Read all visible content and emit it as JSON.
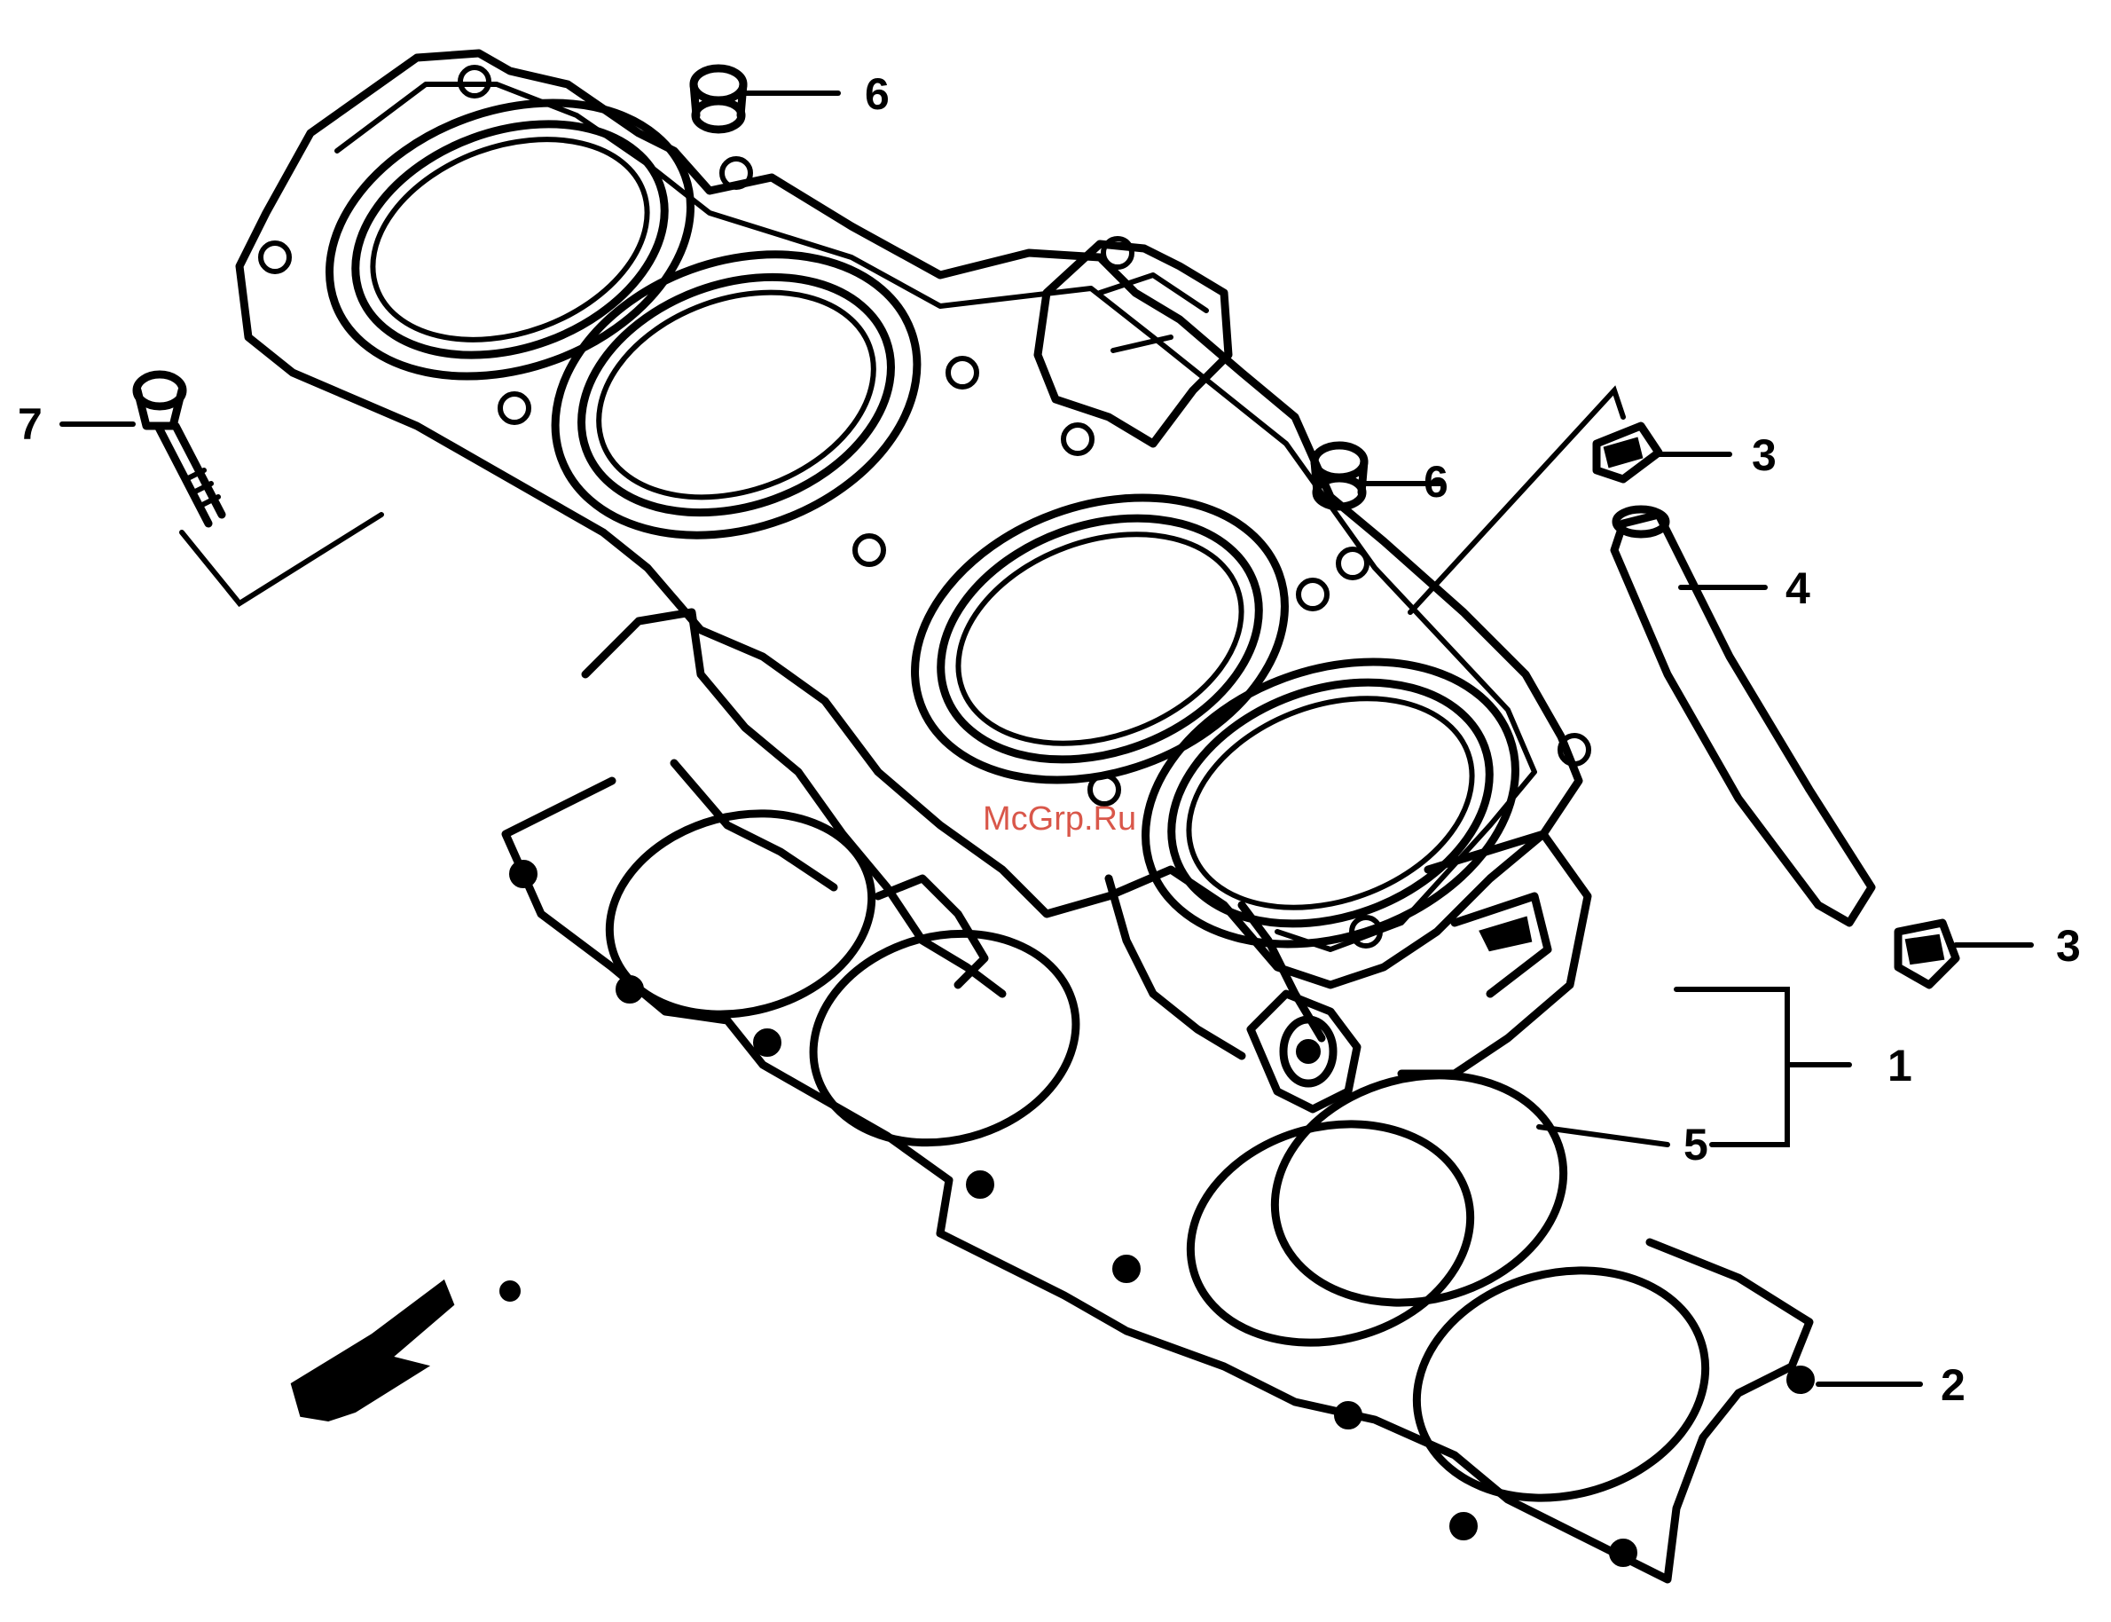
{
  "callouts": {
    "c1": "1",
    "c2": "2",
    "c3a": "3",
    "c3b": "3",
    "c4": "4",
    "c5": "5",
    "c6a": "6",
    "c6b": "6",
    "c7": "7"
  },
  "watermark": "McGrp.Ru",
  "colors": {
    "line": "#000000",
    "watermark": "#d23a2a",
    "background": "#ffffff"
  }
}
